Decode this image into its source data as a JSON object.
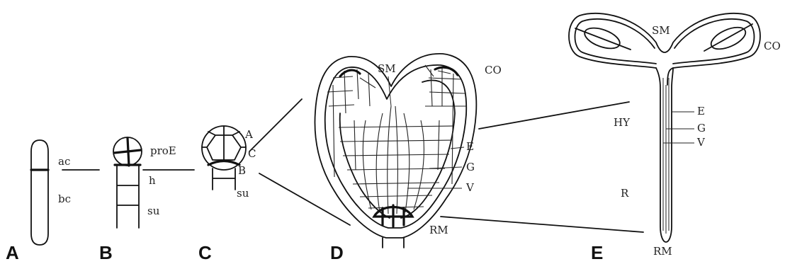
{
  "panels": {
    "a": "A",
    "b": "B",
    "c": "C",
    "d": "D",
    "e": "E"
  },
  "labels": {
    "a_ac": "ac",
    "a_bc": "bc",
    "b_proE": "proE",
    "b_h": "h",
    "b_su": "su",
    "c_A": "A",
    "c_C": "C",
    "c_B": "B",
    "c_su": "su",
    "d_SM": "SM",
    "d_CO": "CO",
    "d_E": "E",
    "d_G": "G",
    "d_V": "V",
    "d_RM": "RM",
    "e_SM": "SM",
    "e_CO": "CO",
    "e_HY": "HY",
    "e_E": "E",
    "e_G": "G",
    "e_V": "V",
    "e_R": "R",
    "e_RM": "RM"
  }
}
